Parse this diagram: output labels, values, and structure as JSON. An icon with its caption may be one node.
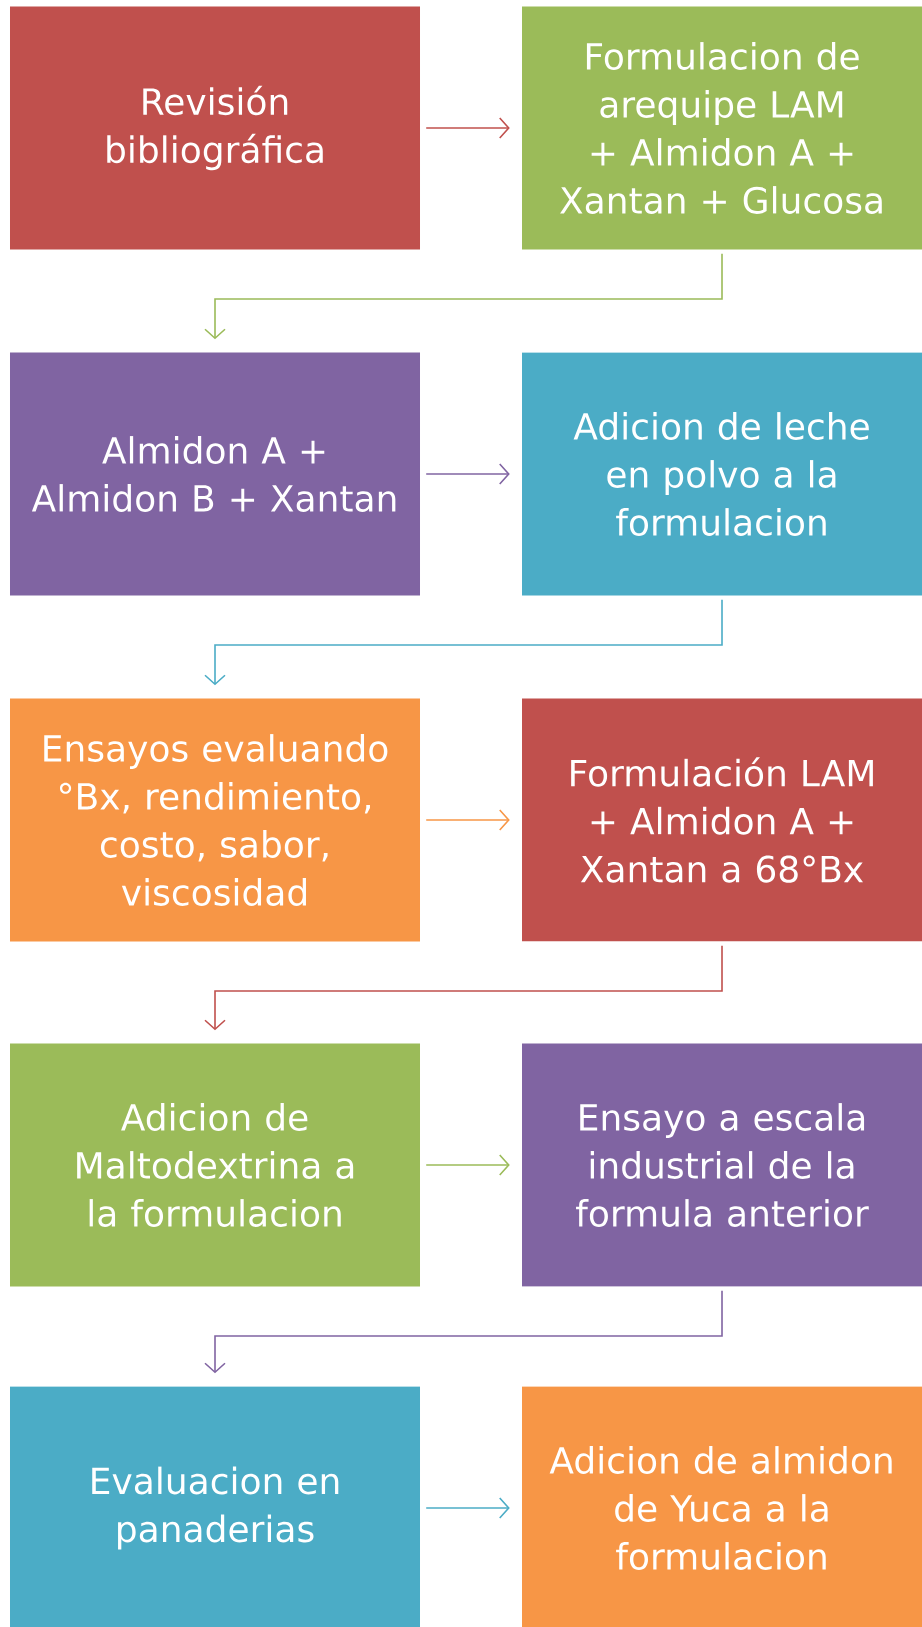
{
  "diagram": {
    "nodes": [
      {
        "text": [
          "Revisión bibliográfica"
        ]
      },
      {
        "text": [
          "Formulacion de arequipe LAM + Almidon A + Xantan + Glucosa"
        ]
      },
      {
        "text": [
          "Almidon A + Almidon B + Xantan"
        ]
      },
      {
        "text": [
          "Adicion de leche en polvo a la formulacion"
        ]
      },
      {
        "text": [
          "Ensayos evaluando °Bx, rendimiento, costo, sabor, viscosidad"
        ]
      },
      {
        "text": [
          "Formulación LAM + Almidon A + Xantan a 68°Bx"
        ]
      },
      {
        "text": [
          "Adicion de Maltodextrina a la formulacion"
        ]
      },
      {
        "text": [
          "Ensayo a escala industrial de la formula anterior"
        ]
      },
      {
        "text": [
          "Evaluacion en panaderias"
        ]
      },
      {
        "text": [
          "Adicion de almidon de Yuca a la formulacion"
        ]
      }
    ],
    "edges": [
      {
        "from": 0,
        "to": 1,
        "arrow": "to",
        "color": "#c0504d"
      },
      {
        "from": 1,
        "to": 2,
        "arrow": "to",
        "color": "#9bbb59"
      },
      {
        "from": 2,
        "to": 3,
        "arrow": "to",
        "color": "#8064a2"
      },
      {
        "from": 3,
        "to": 4,
        "arrow": "to",
        "color": "#4bacc6"
      },
      {
        "from": 4,
        "to": 5,
        "arrow": "to",
        "color": "#f79646"
      },
      {
        "from": 5,
        "to": 6,
        "arrow": "to",
        "color": "#c0504d"
      },
      {
        "from": 6,
        "to": 7,
        "arrow": "to",
        "color": "#9bbb59"
      },
      {
        "from": 7,
        "to": 8,
        "arrow": "to",
        "color": "#8064a2"
      },
      {
        "from": 8,
        "to": 9,
        "arrow": "to",
        "color": "#4bacc6"
      }
    ]
  }
}
